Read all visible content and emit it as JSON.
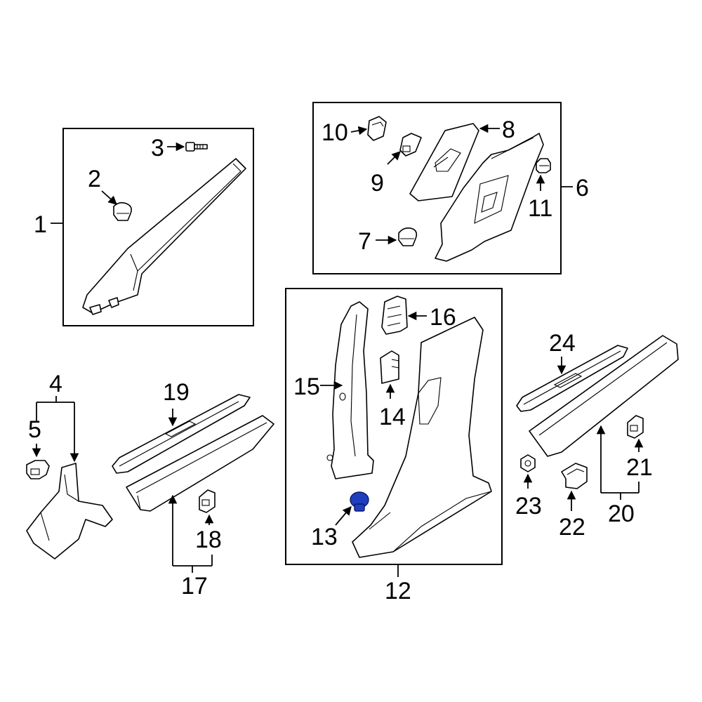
{
  "callouts": {
    "c1": "1",
    "c2": "2",
    "c3": "3",
    "c4": "4",
    "c5": "5",
    "c6": "6",
    "c7": "7",
    "c8": "8",
    "c9": "9",
    "c10": "10",
    "c11": "11",
    "c12": "12",
    "c13": "13",
    "c14": "14",
    "c15": "15",
    "c16": "16",
    "c17": "17",
    "c18": "18",
    "c19": "19",
    "c20": "20",
    "c21": "21",
    "c22": "22",
    "c23": "23",
    "c24": "24"
  },
  "colors": {
    "line": "#000000",
    "background": "#ffffff",
    "highlight": "#1f3fbf"
  },
  "highlighted_part": "13"
}
